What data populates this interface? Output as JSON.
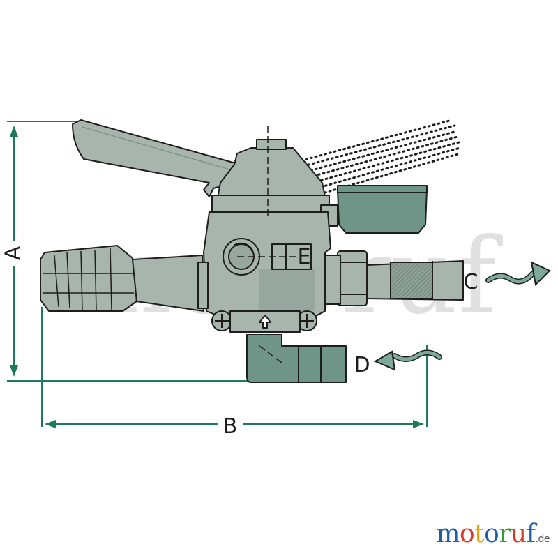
{
  "diagram": {
    "labels": {
      "a": "A",
      "b": "B",
      "c": "C",
      "d": "D",
      "e": "E"
    },
    "colors": {
      "dimension": "#1d7a5a",
      "body": "#a7b5ad",
      "body_dark": "#7f928a",
      "teal": "#6f9488",
      "outline": "#1d1d1b",
      "spray": "#1d1d1b",
      "arrow": "#4f7a70"
    }
  },
  "watermark": {
    "text": "motoruf"
  },
  "logo": {
    "letters": [
      "m",
      "o",
      "t",
      "o",
      "r",
      "u",
      "f"
    ],
    "letter_colors": [
      "#1f5fa8",
      "#d63b2f",
      "#f0a500",
      "#1f5fa8",
      "#3a9a3a",
      "#d63b2f",
      "#1f5fa8"
    ],
    "tld": ".de"
  }
}
